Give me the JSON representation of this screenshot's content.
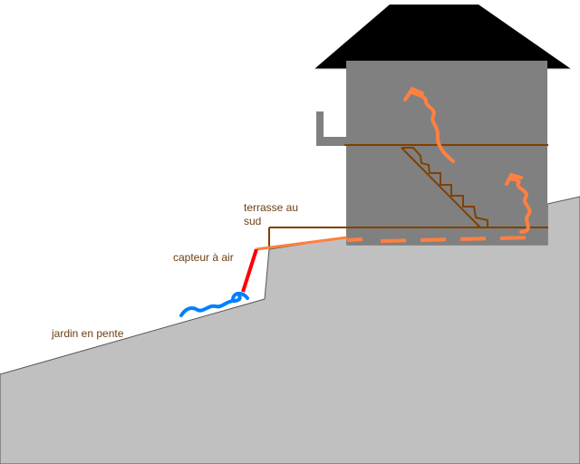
{
  "labels": {
    "terrace_line1": "terrasse au",
    "terrace_line2": "sud",
    "collector": "capteur à air",
    "garden": "jardin en pente"
  },
  "colors": {
    "ground": "#c0c0c0",
    "wall": "#808080",
    "roof": "#000000",
    "floor": "#804000",
    "heat": "#ff8040",
    "collector": "#ff0000",
    "air_in": "#0080ff",
    "text": "#6b3f12"
  }
}
